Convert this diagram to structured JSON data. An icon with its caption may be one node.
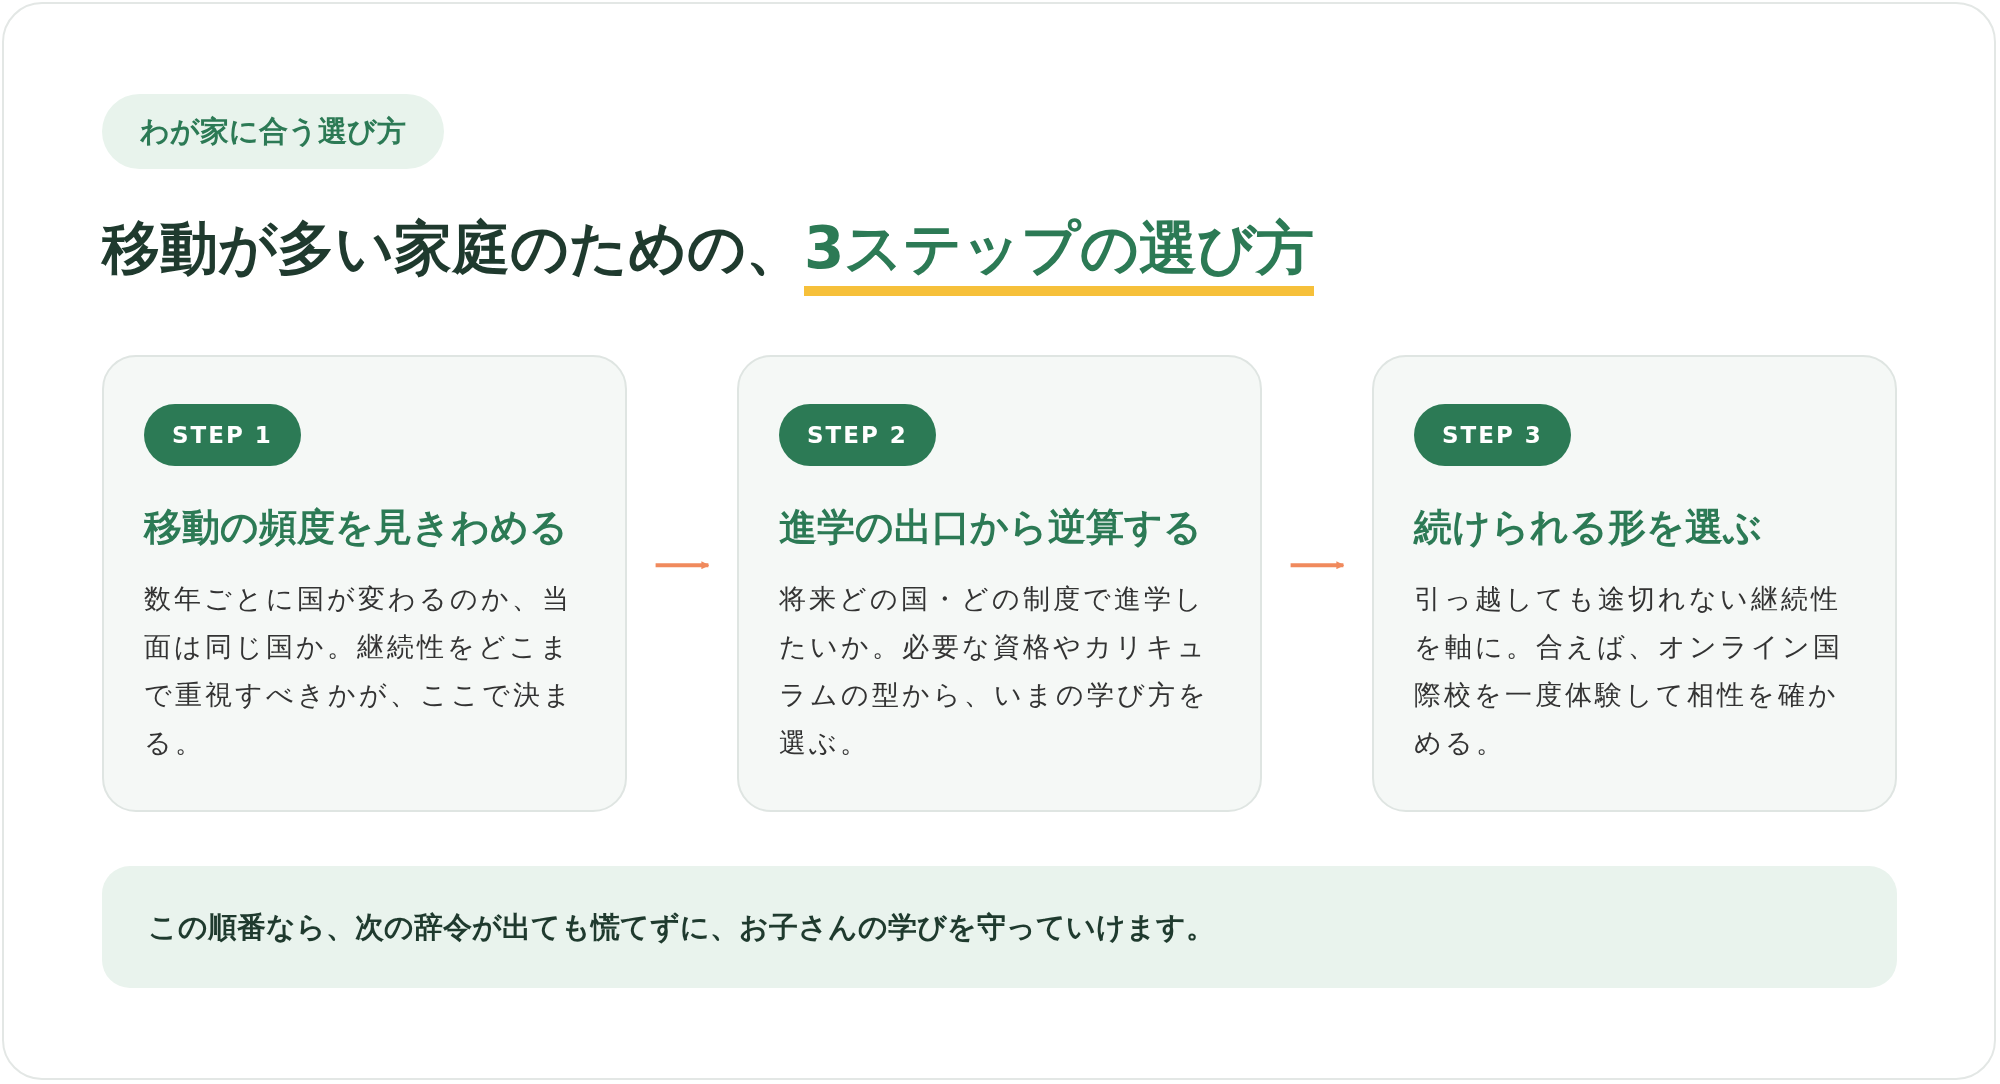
{
  "diagram": {
    "title": "移動が多い家庭のための、**3ステップの選び方**",
    "nodes": [
      {
        "text": [
          "わが家に合う選び方"
        ]
      },
      {
        "text": [
          "移動の頻度を見きわめる",
          "数年ごとに国が変わるのか、当面は同じ国か。継続性をどこまで重視すべきかが、ここで決まる。"
        ]
      },
      {
        "text": [
          "STEP 1"
        ],
        "in": 1
      },
      {
        "text": [
          "進学の出口から逆算する",
          "将来どの国・どの制度で進学したいか。必要な資格やカリキュラムの型から、いまの学び方を選ぶ。"
        ]
      },
      {
        "text": [
          "STEP 2"
        ],
        "in": 3
      },
      {
        "text": [
          "続けられる形を選ぶ",
          "引っ越しても途切れない継続性を軸に。合えば、オンライン国際校を一度体験して相性を確かめる。"
        ]
      },
      {
        "text": [
          "STEP 3"
        ],
        "in": 5
      },
      {
        "text": [
          "この順番なら、次の辞令が出ても慌てずに、お子さんの学びを守っていけます。"
        ]
      }
    ],
    "edges": [
      {
        "from": 1,
        "to": 3,
        "arrow": "to",
        "color": "#f08a5d"
      },
      {
        "from": 3,
        "to": 5,
        "arrow": "to",
        "color": "#f08a5d"
      }
    ]
  }
}
